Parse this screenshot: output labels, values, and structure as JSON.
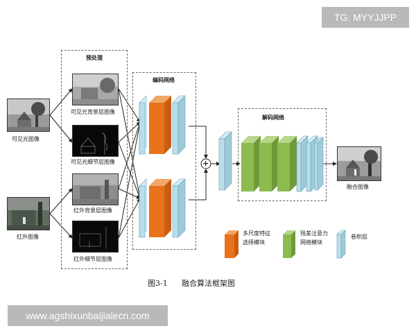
{
  "watermark_top": "TG: MYYJJPP",
  "watermark_bottom": "www.agshixunbaijialecn.com",
  "figure": {
    "number": "图3-1",
    "title": "融合算法框架图"
  },
  "inputs": {
    "visible": "可见光图像",
    "infrared": "红外图像"
  },
  "preprocess": {
    "title": "预处理",
    "vis_background": "可见光背景层图像",
    "vis_detail": "可见光细节层图像",
    "ir_background": "红外背景层图像",
    "ir_detail": "红外细节层图像"
  },
  "encoder": {
    "title": "编码网络"
  },
  "decoder": {
    "title": "解码网络"
  },
  "output": {
    "label": "融合图像"
  },
  "fusion_symbol": "+",
  "legend": {
    "multiscale": "多尺度特征\n选择模块",
    "residual": "残差注意力\n网络模块",
    "conv": "卷积层"
  },
  "colors": {
    "conv": "#b9dde9",
    "multiscale": "#e8731c",
    "residual": "#8dbb4f"
  }
}
